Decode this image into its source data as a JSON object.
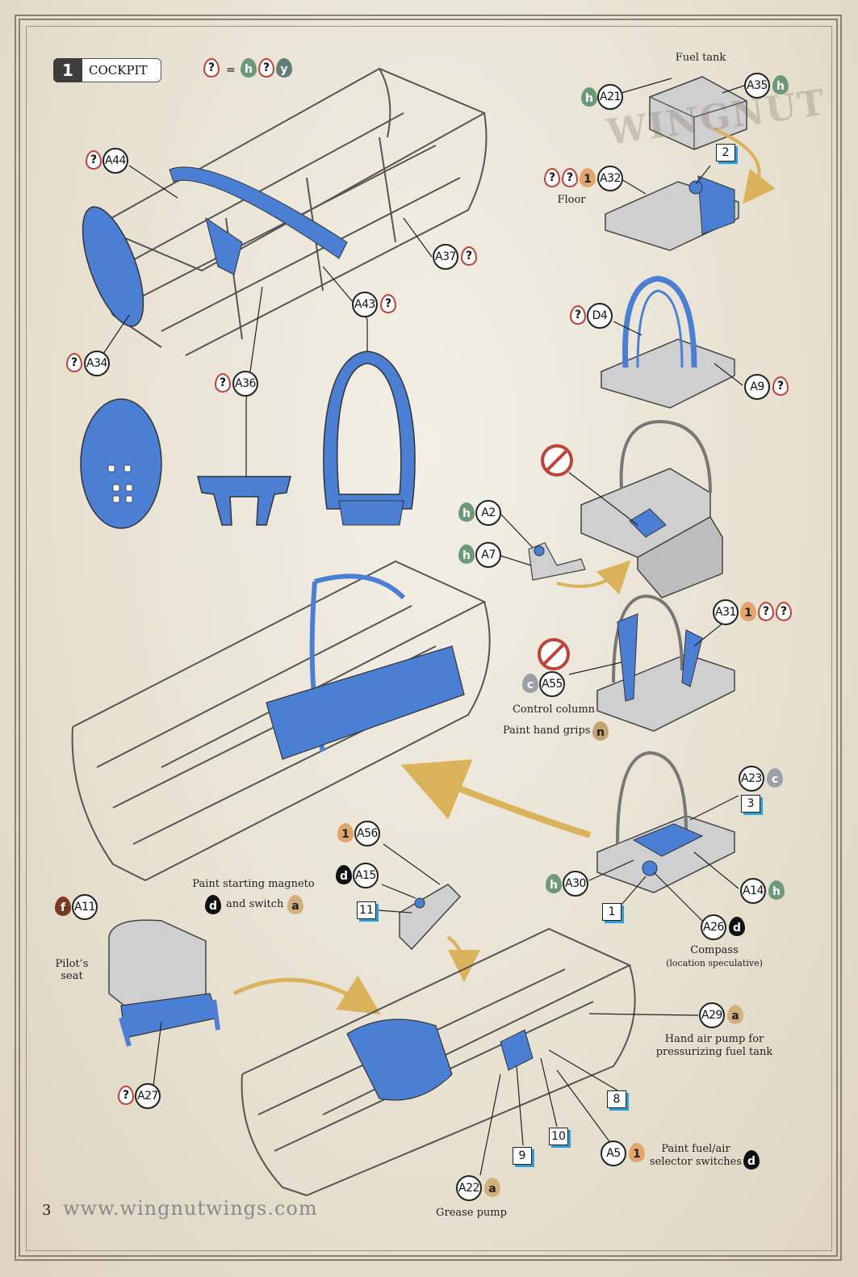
{
  "header": {
    "step_number": "1",
    "title": "COCKPIT"
  },
  "legend": {
    "equals": "=",
    "h": "h",
    "q": "?",
    "y": "y"
  },
  "watermark": {
    "text": "WINGNUT"
  },
  "labels": {
    "fuel_tank": "Fuel tank",
    "floor": "Floor",
    "control_column": "Control column",
    "paint_hand_grips": "Paint hand grips",
    "paint_magneto": "Paint starting magneto",
    "and_switch": "and switch",
    "pilots_seat_1": "Pilot’s",
    "pilots_seat_2": "seat",
    "compass": "Compass",
    "compass_note": "(location speculative)",
    "hand_air_pump_1": "Hand air pump for",
    "hand_air_pump_2": "pressurizing fuel tank",
    "paint_fuel_1": "Paint fuel/air",
    "paint_fuel_2": "selector switches",
    "grease_pump": "Grease pump"
  },
  "parts": {
    "a44": "A44",
    "a37": "A37",
    "a43": "A43",
    "a34": "A34",
    "a36": "A36",
    "a21": "A21",
    "a35": "A35",
    "a32": "A32",
    "d4": "D4",
    "a9": "A9",
    "a2": "A2",
    "a7": "A7",
    "a31": "A31",
    "a55": "A55",
    "a23": "A23",
    "a30": "A30",
    "a14": "A14",
    "a26": "A26",
    "a56": "A56",
    "a15": "A15",
    "a11": "A11",
    "a27": "A27",
    "a29": "A29",
    "a5": "A5",
    "a22": "A22"
  },
  "paint": {
    "q": "?",
    "h": "h",
    "y": "y",
    "c": "c",
    "n": "n",
    "d": "d",
    "a": "a",
    "f": "f",
    "one": "1"
  },
  "steps": {
    "s1": "1",
    "s2": "2",
    "s3": "3",
    "s8": "8",
    "s9": "9",
    "s10": "10",
    "s11": "11"
  },
  "footer": {
    "url": "www.wingnutwings.com",
    "page": "3"
  },
  "colors": {
    "part_blue": "#4a7fd4",
    "frame_grey": "#b9b9b9",
    "accent_cyan": "#2a9ed8",
    "paint_red": "#c0403a"
  }
}
